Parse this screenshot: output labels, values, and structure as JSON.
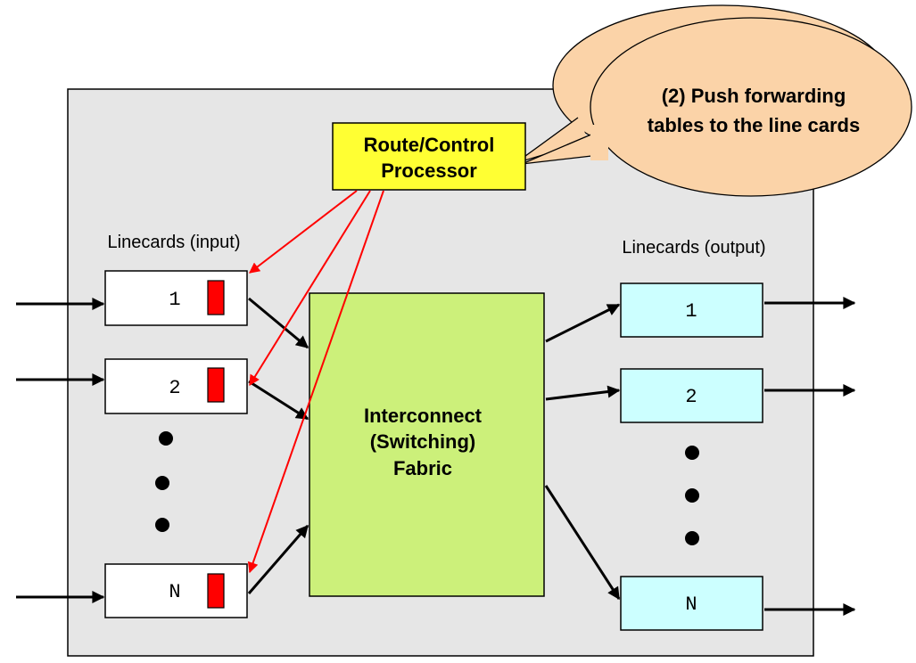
{
  "processor": {
    "line1": "Route/Control",
    "line2": "Processor"
  },
  "callout": {
    "line1": "(2) Push forwarding",
    "line2": "tables to the line cards"
  },
  "input_side": {
    "label": "Linecards (input)",
    "cards": [
      "1",
      "2",
      "N"
    ]
  },
  "output_side": {
    "label": "Linecards (output)",
    "cards": [
      "1",
      "2",
      "N"
    ]
  },
  "fabric": {
    "line1": "Interconnect",
    "line2": "(Switching)",
    "line3": "Fabric"
  },
  "colors": {
    "chassis": "#e6e6e6",
    "processor": "#ffff33",
    "callout": "#fbd3a8",
    "fabric": "#ccf07a",
    "output_card": "#ccffff",
    "input_card": "#ffffff",
    "table_marker": "#ff0000",
    "push_arrow": "#ff0000"
  }
}
